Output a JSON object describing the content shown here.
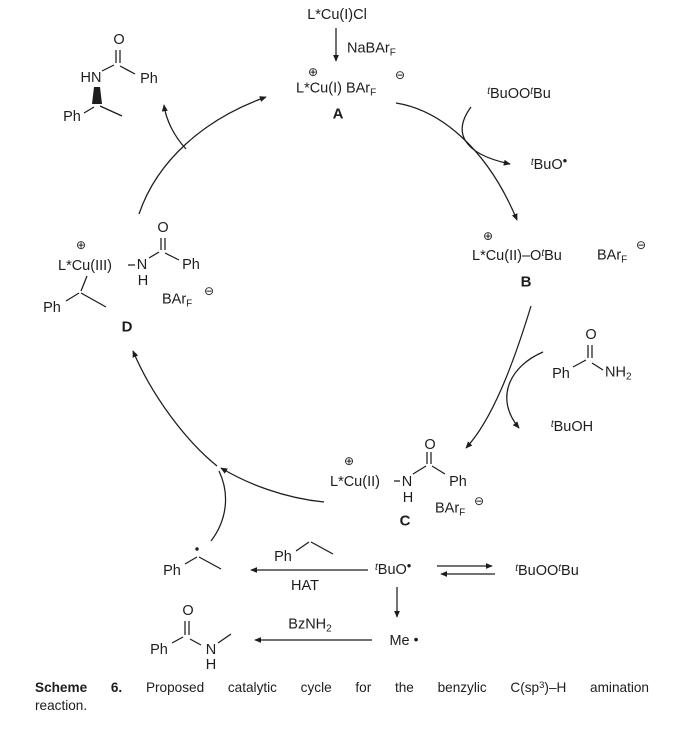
{
  "colors": {
    "ink": "#1d1d1d",
    "bg": "#ffffff"
  },
  "top": {
    "precursor": "L*Cu(I)Cl",
    "activator": {
      "main": "NaBAr",
      "sub": "F"
    }
  },
  "species_a": {
    "plus": "⊕",
    "formula": "L*Cu(I) BAr",
    "sub": "F",
    "minus": "⊖",
    "tag": "A"
  },
  "peroxide_top": {
    "t1": "t",
    "m1": "BuOO",
    "t2": "t",
    "m2": "Bu"
  },
  "butoxyl_top": {
    "t": "t",
    "m": "BuO",
    "dot": "•"
  },
  "species_b": {
    "plus": "⊕",
    "formula": "L*Cu(II)",
    "bond": "–O",
    "t": "t",
    "bu": "Bu",
    "anion": "BAr",
    "sub": "F",
    "minus": "⊖",
    "tag": "B"
  },
  "benzamide": {
    "o": "O",
    "ph": "Ph",
    "nh": "NH",
    "sub": "2"
  },
  "butanol": {
    "t": "t",
    "m": "BuOH"
  },
  "species_c": {
    "plus": "⊕",
    "formula": "L*Cu(II)",
    "n": "N",
    "h": "H",
    "o": "O",
    "ph": "Ph",
    "anion": "BAr",
    "sub": "F",
    "minus": "⊖",
    "tag": "C"
  },
  "species_d": {
    "plus": "⊕",
    "formula": "L*Cu(III)",
    "n": "N",
    "h": "H",
    "o": "O",
    "ph_acyl": "Ph",
    "ph_alkyl": "Ph",
    "anion": "BAr",
    "sub": "F",
    "minus": "⊖",
    "tag": "D"
  },
  "product": {
    "hn": "HN",
    "o": "O",
    "ph_acyl": "Ph",
    "ph_alkyl": "Ph"
  },
  "benzylic_radical": {
    "ph": "Ph",
    "dot": "•"
  },
  "ethylbenzene": {
    "ph": "Ph"
  },
  "hat_label": "HAT",
  "butoxyl_bottom": {
    "t": "t",
    "m": "BuO",
    "dot": "•"
  },
  "peroxide_bottom": {
    "t1": "t",
    "m1": "BuOO",
    "t2": "t",
    "m2": "Bu"
  },
  "methyl_radical": {
    "m": "Me",
    "dot": "•"
  },
  "bznh2_label": {
    "main": "BzNH",
    "sub": "2"
  },
  "n_methylbenzamide": {
    "ph": "Ph",
    "o": "O",
    "n": "N",
    "h": "H"
  },
  "caption": {
    "bold": "Scheme 6.",
    "part1": "Proposed catalytic cycle for the benzylic C(sp",
    "sup": "3",
    "part2": ")–H amination",
    "line2": "reaction."
  }
}
